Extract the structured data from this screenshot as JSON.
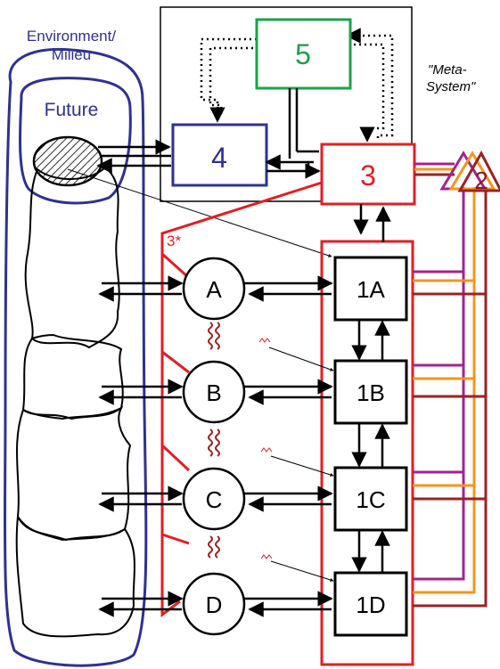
{
  "environment": {
    "line1": "Environment/",
    "line2": "Milieu"
  },
  "future": {
    "label": "Future"
  },
  "meta_system": {
    "line1": "\"Meta-",
    "line2": "System\""
  },
  "systems": {
    "s5": {
      "label": "5"
    },
    "s4": {
      "label": "4"
    },
    "s3": {
      "label": "3"
    },
    "s3star": {
      "label": "3*"
    },
    "s2": {
      "label": "2"
    }
  },
  "operations": [
    {
      "circle": "A",
      "box": "1A"
    },
    {
      "circle": "B",
      "box": "1B"
    },
    {
      "circle": "C",
      "box": "1C"
    },
    {
      "circle": "D",
      "box": "1D"
    }
  ],
  "colors": {
    "blue": "#2e3192",
    "green": "#1ba24a",
    "red": "#e31e24",
    "darkred": "#9b2222",
    "purple": "#a3238e",
    "orange": "#f7941d"
  }
}
